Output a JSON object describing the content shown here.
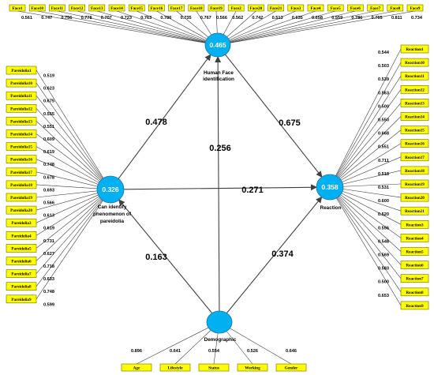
{
  "constructs": {
    "face": {
      "r2": "0.465",
      "label_lines": [
        "Human Face",
        "identification"
      ]
    },
    "can": {
      "r2": "0.326",
      "label_lines": [
        "Can identify",
        "phenomenon of",
        "pareidolia"
      ]
    },
    "reaction": {
      "r2": "0.358",
      "label_lines": [
        "Reaction"
      ]
    },
    "demographic": {
      "r2": "",
      "label_lines": [
        "Demographic"
      ]
    }
  },
  "paths": [
    {
      "from": "can",
      "to": "face",
      "value": "0.478"
    },
    {
      "from": "face",
      "to": "reaction",
      "value": "0.675"
    },
    {
      "from": "demographic",
      "to": "face",
      "value": "0.256"
    },
    {
      "from": "can",
      "to": "reaction",
      "value": "0.271"
    },
    {
      "from": "demographic",
      "to": "can",
      "value": "0.163"
    },
    {
      "from": "demographic",
      "to": "reaction",
      "value": "0.374"
    }
  ],
  "indicators": {
    "face": [
      {
        "label": "Face1",
        "loading": "0.561"
      },
      {
        "label": "Face10",
        "loading": "0.747"
      },
      {
        "label": "Face11",
        "loading": "0.756"
      },
      {
        "label": "Face12",
        "loading": "0.778"
      },
      {
        "label": "Face13",
        "loading": "0.707"
      },
      {
        "label": "Face14",
        "loading": "0.723"
      },
      {
        "label": "Face15",
        "loading": "0.763"
      },
      {
        "label": "Face16",
        "loading": "0.786"
      },
      {
        "label": "Face17",
        "loading": "0.735"
      },
      {
        "label": "Face18",
        "loading": "0.767"
      },
      {
        "label": "Face19",
        "loading": "0.566"
      },
      {
        "label": "Face2",
        "loading": "0.562"
      },
      {
        "label": "Face20",
        "loading": "0.742"
      },
      {
        "label": "Face21",
        "loading": "0.513"
      },
      {
        "label": "Face3",
        "loading": "0.635"
      },
      {
        "label": "Face4",
        "loading": "0.658"
      },
      {
        "label": "Face5",
        "loading": "0.559"
      },
      {
        "label": "Face6",
        "loading": "0.786"
      },
      {
        "label": "Face7",
        "loading": "0.765"
      },
      {
        "label": "Face8",
        "loading": "0.811"
      },
      {
        "label": "Face9",
        "loading": "0.734"
      }
    ],
    "can": [
      {
        "label": "Pareidolia1",
        "loading": "0.519"
      },
      {
        "label": "Pareidolia10",
        "loading": "0.623"
      },
      {
        "label": "Pareidolia11",
        "loading": "0.675"
      },
      {
        "label": "Pareidolia12",
        "loading": "0.555"
      },
      {
        "label": "Pareidolia13",
        "loading": "0.551"
      },
      {
        "label": "Pareidolia14",
        "loading": "0.609"
      },
      {
        "label": "Pareidolia15",
        "loading": "0.619"
      },
      {
        "label": "Pareidolia16",
        "loading": "0.748"
      },
      {
        "label": "Pareidolia17",
        "loading": "0.678"
      },
      {
        "label": "Pareidolia18",
        "loading": "0.693"
      },
      {
        "label": "Pareidolia19",
        "loading": "0.566"
      },
      {
        "label": "Pareidolia20",
        "loading": "0.613"
      },
      {
        "label": "Pareidolia3",
        "loading": "0.619"
      },
      {
        "label": "Pareidolia4",
        "loading": "0.731"
      },
      {
        "label": "Pareidolia5",
        "loading": "0.627"
      },
      {
        "label": "Pareidolia6",
        "loading": "0.718"
      },
      {
        "label": "Pareidolia7",
        "loading": "0.633"
      },
      {
        "label": "Pareidolia8",
        "loading": "0.748"
      },
      {
        "label": "Pareidolia9",
        "loading": "0.599"
      }
    ],
    "reaction": [
      {
        "label": "Reaction1",
        "loading": "0.544"
      },
      {
        "label": "Reaction10",
        "loading": "0.503"
      },
      {
        "label": "Reaction11",
        "loading": "0.539"
      },
      {
        "label": "Reaction12",
        "loading": "0.563"
      },
      {
        "label": "Reaction13",
        "loading": "0.500"
      },
      {
        "label": "Reaction14",
        "loading": "0.550"
      },
      {
        "label": "Reaction15",
        "loading": "0.668"
      },
      {
        "label": "Reaction16",
        "loading": "0.551"
      },
      {
        "label": "Reaction17",
        "loading": "0.711"
      },
      {
        "label": "Reaction18",
        "loading": "0.518"
      },
      {
        "label": "Reaction19",
        "loading": "0.531"
      },
      {
        "label": "Reaction20",
        "loading": "0.600"
      },
      {
        "label": "Reaction21",
        "loading": "0.520"
      },
      {
        "label": "Reaction3",
        "loading": "0.556"
      },
      {
        "label": "Reaction4",
        "loading": "0.548"
      },
      {
        "label": "Reaction5",
        "loading": "0.569"
      },
      {
        "label": "Reaction6",
        "loading": "0.583"
      },
      {
        "label": "Reaction7",
        "loading": "0.500"
      },
      {
        "label": "Reaction8",
        "loading": "0.653"
      },
      {
        "label": "Reaction9",
        "loading": ""
      }
    ],
    "demographic": [
      {
        "label": "Age",
        "loading": "0.896"
      },
      {
        "label": "Lifestyle",
        "loading": "0.641"
      },
      {
        "label": "Status",
        "loading": "0.554"
      },
      {
        "label": "Working",
        "loading": "0.526"
      },
      {
        "label": "Gender",
        "loading": "0.646"
      }
    ]
  },
  "colors": {
    "construct_fill": "#00b0f0",
    "indicator_fill": "#ffff00",
    "line": "#404040"
  }
}
